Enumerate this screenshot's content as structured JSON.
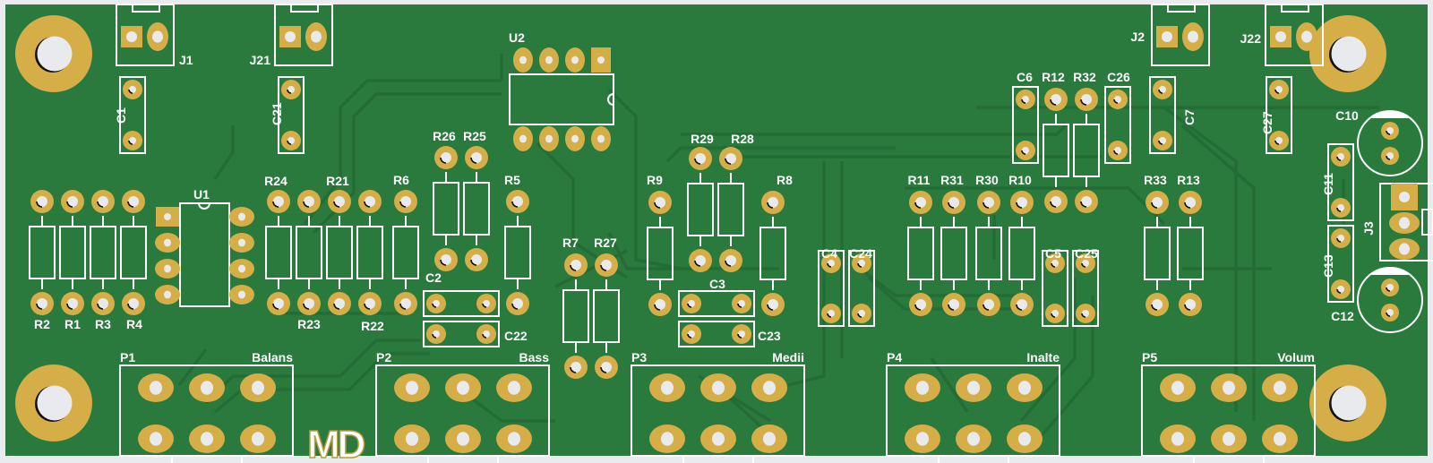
{
  "board": {
    "title": "PCB tone control board render",
    "colors": {
      "soldermask": "#2a7a3e",
      "trace": "#226a34",
      "copper": "#d6ae47",
      "silkscreen": "#ffffff",
      "hole": "#e8eaee",
      "background": "#e9ebee"
    },
    "logo": "MD"
  },
  "connectors": {
    "J1": "J1",
    "J21": "J21",
    "J2": "J2",
    "J22": "J22",
    "J3": "J3"
  },
  "ics": {
    "U1": "U1",
    "U2": "U2"
  },
  "capacitors": {
    "C1": "C1",
    "C21": "C21",
    "C2": "C2",
    "C22": "C22",
    "C3": "C3",
    "C23": "C23",
    "C4": "C4",
    "C24": "C24",
    "C5": "C5",
    "C25": "C25",
    "C6": "C6",
    "C26": "C26",
    "C7": "C7",
    "C27": "C27",
    "C10": "C10",
    "C11": "C11",
    "C12": "C12",
    "C13": "C13"
  },
  "resistors": {
    "R1": "R1",
    "R2": "R2",
    "R3": "R3",
    "R4": "R4",
    "R5": "R5",
    "R6": "R6",
    "R7": "R7",
    "R8": "R8",
    "R9": "R9",
    "R10": "R10",
    "R11": "R11",
    "R12": "R12",
    "R13": "R13",
    "R21": "R21",
    "R22": "R22",
    "R23": "R23",
    "R24": "R24",
    "R25": "R25",
    "R26": "R26",
    "R27": "R27",
    "R28": "R28",
    "R29": "R29",
    "R30": "R30",
    "R31": "R31",
    "R32": "R32",
    "R33": "R33"
  },
  "potentiometers": [
    {
      "ref": "P1",
      "function": "Balans"
    },
    {
      "ref": "P2",
      "function": "Bass"
    },
    {
      "ref": "P3",
      "function": "Medii"
    },
    {
      "ref": "P4",
      "function": "Inalte"
    },
    {
      "ref": "P5",
      "function": "Volum"
    }
  ]
}
